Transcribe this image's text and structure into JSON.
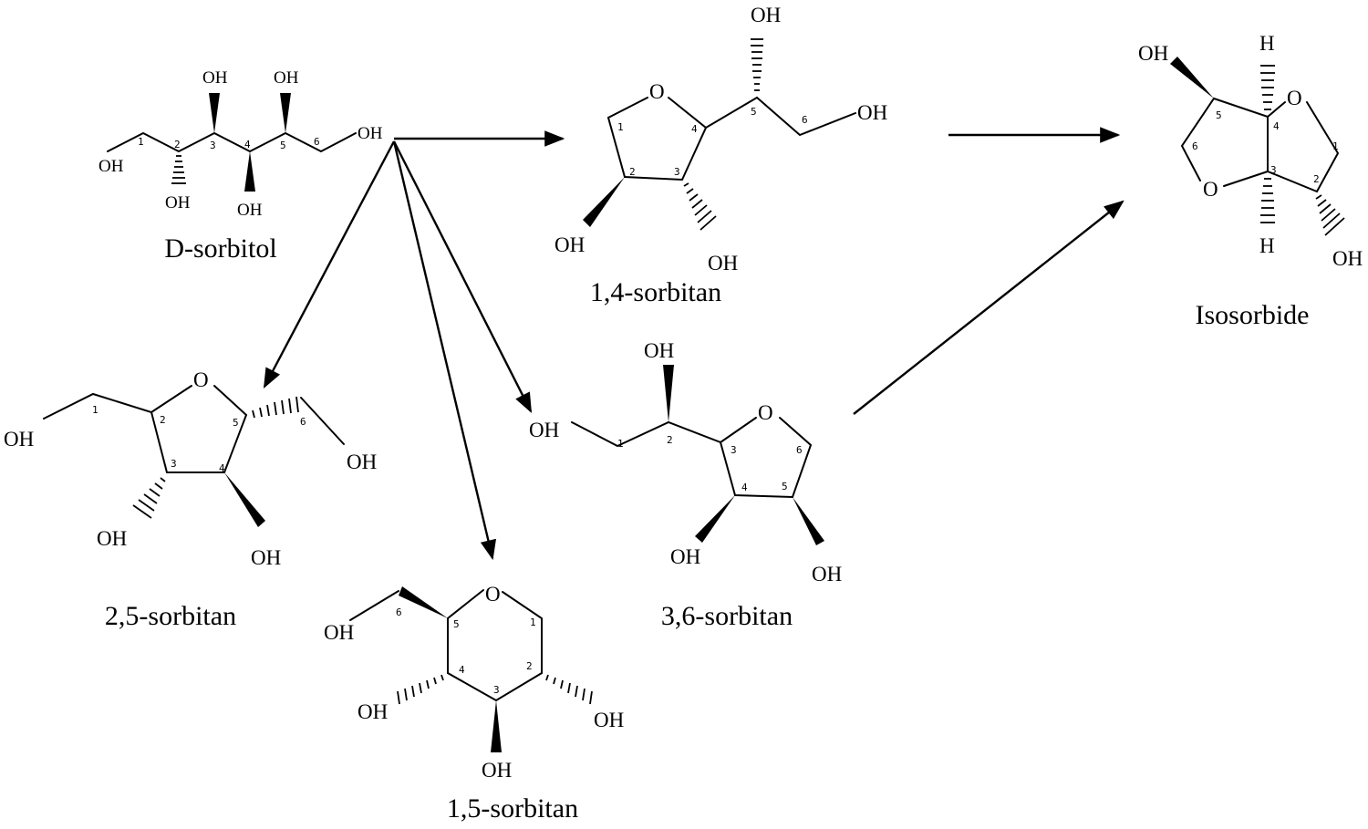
{
  "compounds": {
    "sorbitol": {
      "name": "D-sorbitol",
      "groups": [
        "OH",
        "OH",
        "OH",
        "OH",
        "OH",
        "OH"
      ],
      "locants": [
        "1",
        "2",
        "3",
        "4",
        "5",
        "6"
      ]
    },
    "sorbitan14": {
      "name": "1,4-sorbitan",
      "ring_o": "O",
      "groups": [
        "OH",
        "OH",
        "OH",
        "OH"
      ],
      "locants": [
        "1",
        "2",
        "3",
        "4",
        "5",
        "6"
      ]
    },
    "isosorbide": {
      "name": "Isosorbide",
      "ring_o": [
        "O",
        "O"
      ],
      "groups": [
        "OH",
        "OH"
      ],
      "h": [
        "H",
        "H"
      ],
      "locants": [
        "1",
        "2",
        "3",
        "4",
        "5",
        "6"
      ]
    },
    "sorbitan25": {
      "name": "2,5-sorbitan",
      "ring_o": "O",
      "groups": [
        "OH",
        "OH",
        "OH",
        "OH"
      ],
      "locants": [
        "1",
        "2",
        "3",
        "4",
        "5",
        "6"
      ]
    },
    "sorbitan36": {
      "name": "3,6-sorbitan",
      "ring_o": "O",
      "groups": [
        "OH",
        "OH",
        "OH",
        "OH"
      ],
      "locants": [
        "1",
        "2",
        "3",
        "4",
        "5",
        "6"
      ]
    },
    "sorbitan15": {
      "name": "1,5-sorbitan",
      "ring_o": "O",
      "groups": [
        "OH",
        "OH",
        "OH",
        "OH"
      ],
      "locants": [
        "1",
        "2",
        "3",
        "4",
        "5",
        "6"
      ]
    }
  },
  "reactions": [
    {
      "from": "D-sorbitol",
      "to": "1,4-sorbitan"
    },
    {
      "from": "D-sorbitol",
      "to": "2,5-sorbitan"
    },
    {
      "from": "D-sorbitol",
      "to": "1,5-sorbitan"
    },
    {
      "from": "D-sorbitol",
      "to": "3,6-sorbitan"
    },
    {
      "from": "1,4-sorbitan",
      "to": "Isosorbide"
    },
    {
      "from": "3,6-sorbitan",
      "to": "Isosorbide"
    }
  ]
}
